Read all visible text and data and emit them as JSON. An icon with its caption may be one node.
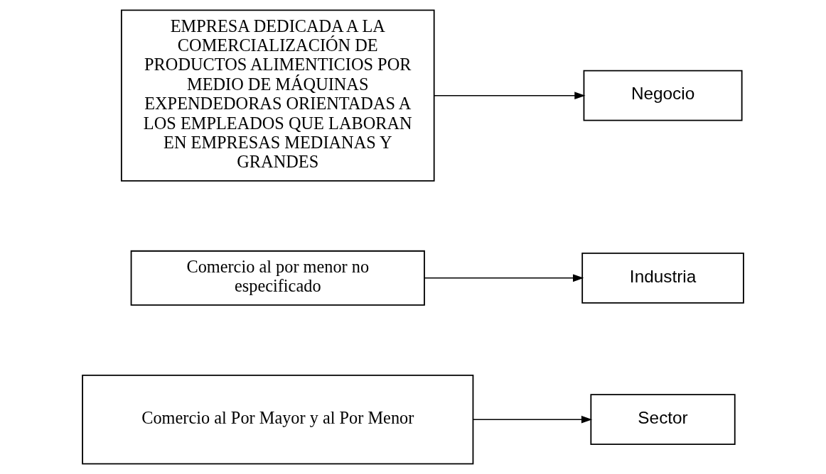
{
  "diagram": {
    "nodes": [
      {
        "text": [
          "Comercio al Por Mayor y al Por Menor"
        ]
      },
      {
        "text": [
          "Sector"
        ]
      },
      {
        "text": [
          "Comercio al por menor no especificado"
        ]
      },
      {
        "text": [
          "Industria"
        ]
      },
      {
        "text": [
          "EMPRESA DEDICADA A LA COMERCIALIZACIÓN DE PRODUCTOS ALIMENTICIOS POR MEDIO DE MÁQUINAS EXPENDEDORAS ORIENTADAS A LOS EMPLEADOS QUE LABORAN EN EMPRESAS MEDIANAS Y GRANDES"
        ]
      },
      {
        "text": [
          "Negocio"
        ]
      }
    ],
    "edges": [
      {
        "from": 0,
        "to": 1,
        "arrow": "to"
      },
      {
        "from": 2,
        "to": 3,
        "arrow": "to"
      },
      {
        "from": 4,
        "to": 5,
        "arrow": "to"
      }
    ]
  }
}
